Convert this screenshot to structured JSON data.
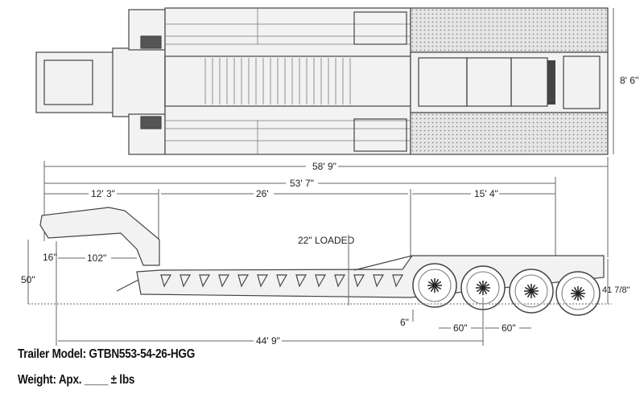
{
  "dimensions": {
    "overall_width": "8' 6\"",
    "overall_length": "58' 9\"",
    "length_to_rear": "53' 7\"",
    "gooseneck_length": "12' 3\"",
    "deck_length": "26'",
    "rear_length": "15' 4\"",
    "gooseneck_height": "50\"",
    "kingpin_offset": "16\"",
    "swing_clearance": "102\"",
    "deck_height": "22\" LOADED",
    "rear_clearance": "6\"",
    "axle_spacing_1": "60\"",
    "axle_spacing_2": "60\"",
    "kingpin_to_axle": "44' 9\"",
    "rear_deck_height": "41 7/8\""
  },
  "info": {
    "model": "Trailer Model: GTBN553-54-26-HGG",
    "weight": "Weight: Apx. ____ ± lbs"
  }
}
